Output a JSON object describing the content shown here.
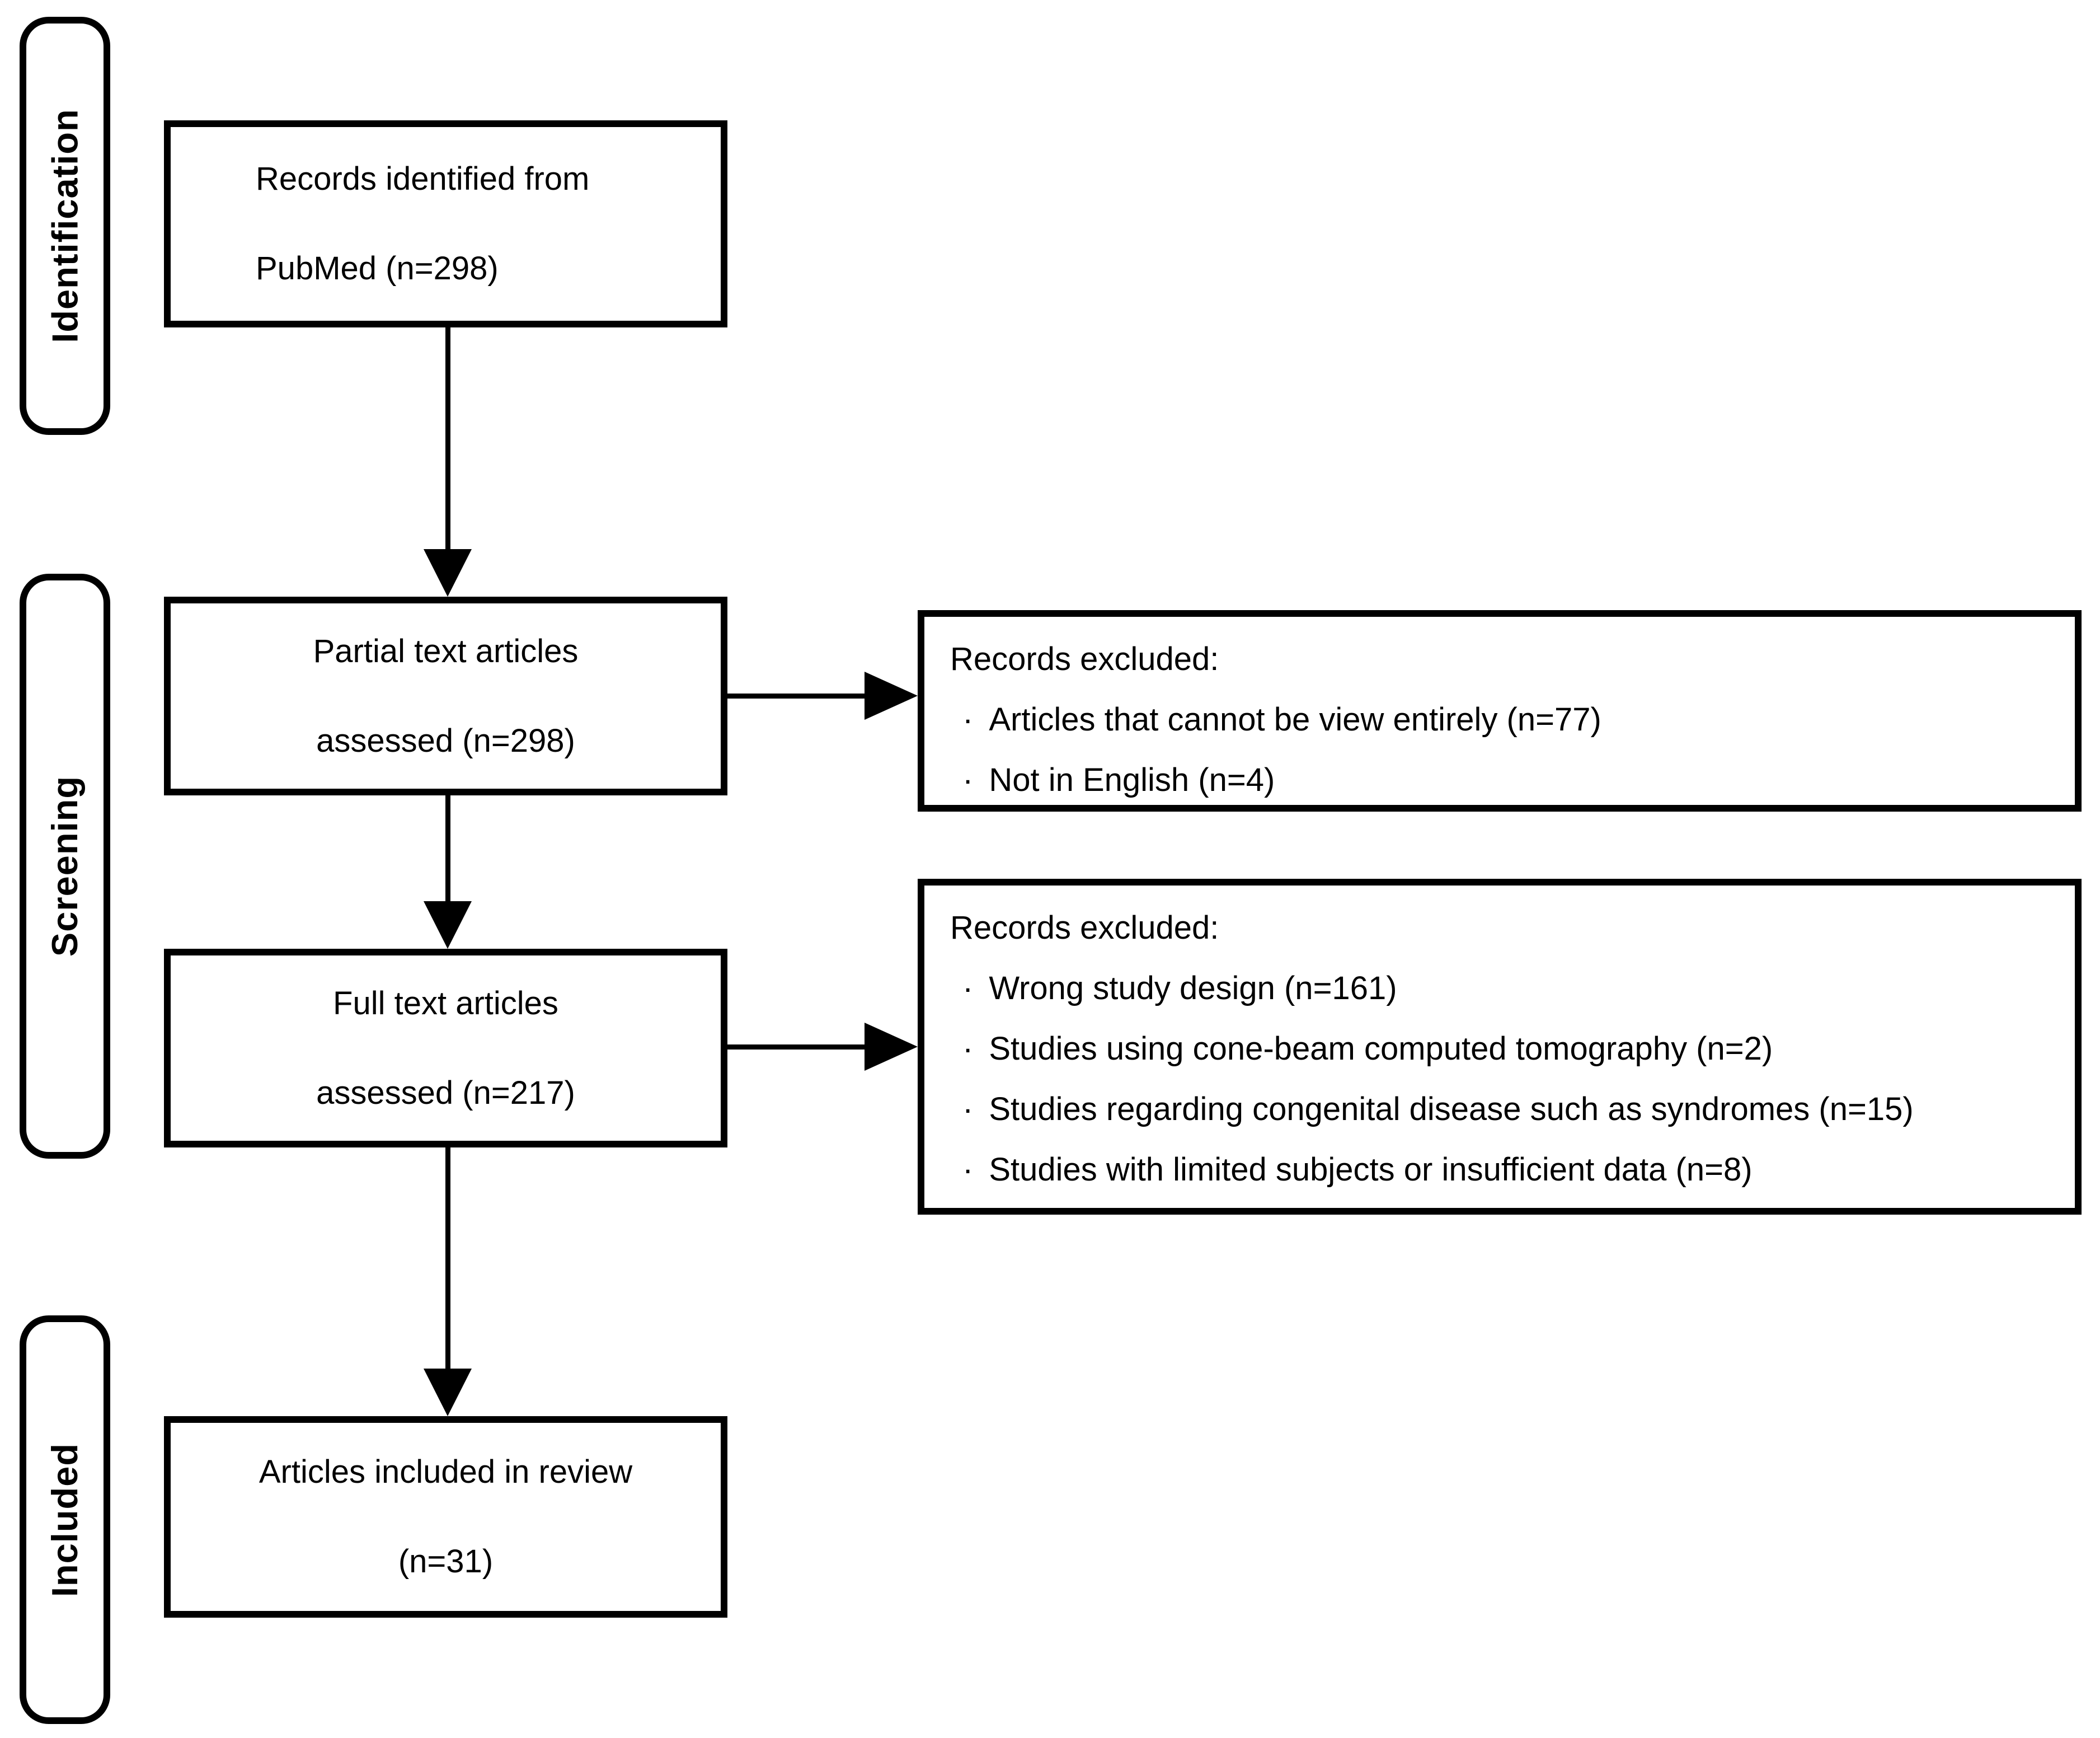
{
  "figure": {
    "type": "prisma-flow-diagram",
    "background_color": "#ffffff",
    "ink_color": "#000000"
  },
  "stages": [
    {
      "label": "Identification"
    },
    {
      "label": "Screening"
    },
    {
      "label": "Included"
    }
  ],
  "flow_boxes": [
    {
      "id": "records-identified",
      "lines": [
        "Records identified from",
        "PubMed (n=298)"
      ],
      "n": 298
    },
    {
      "id": "partial-text-assessed",
      "lines": [
        "Partial text articles",
        "assessed (n=298)"
      ],
      "n": 298
    },
    {
      "id": "full-text-assessed",
      "lines": [
        "Full text articles",
        "assessed (n=217)"
      ],
      "n": 217
    },
    {
      "id": "articles-included",
      "lines": [
        "Articles included in review",
        "(n=31)"
      ],
      "n": 31
    }
  ],
  "excluded_boxes": [
    {
      "title": "Records excluded:",
      "bullet": "·",
      "items": [
        "Articles that cannot be view entirely (n=77)",
        "Not in English (n=4)"
      ]
    },
    {
      "title": "Records excluded:",
      "bullet": "·",
      "items": [
        "Wrong study design (n=161)",
        "Studies using cone-beam computed tomography (n=2)",
        "Studies regarding congenital disease such as syndromes (n=15)",
        "Studies with limited subjects or insufficient data (n=8)"
      ]
    }
  ]
}
